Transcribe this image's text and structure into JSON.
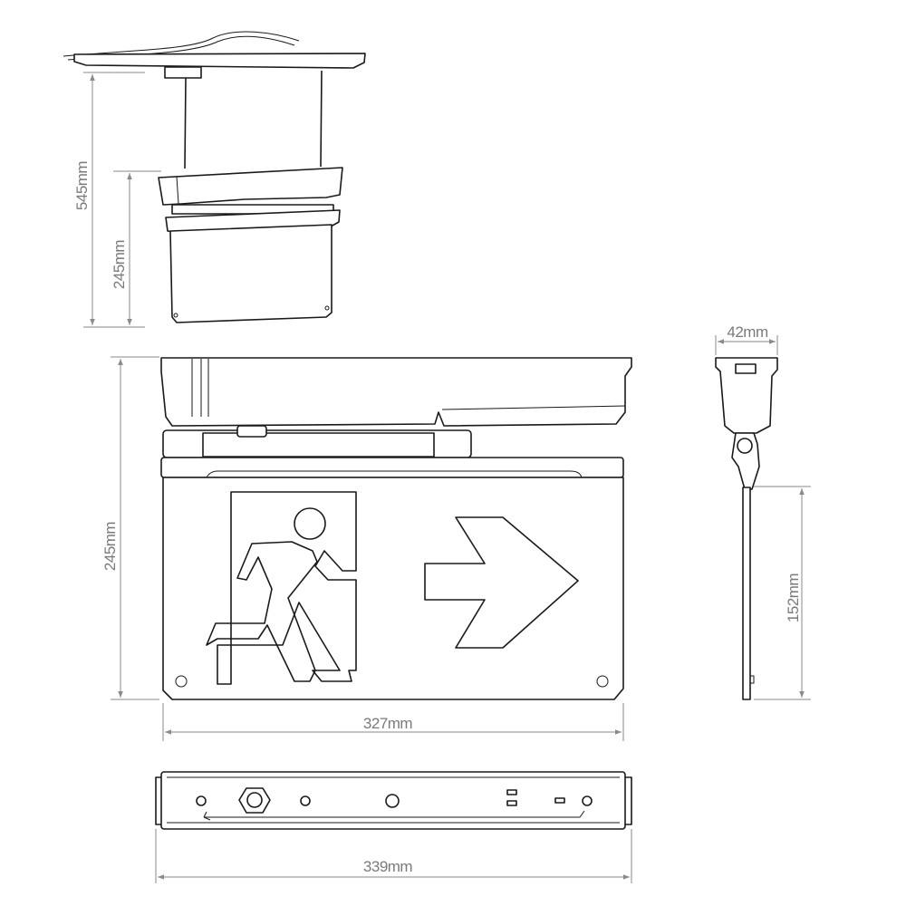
{
  "dimensions": {
    "suspended_total_height": "545mm",
    "suspended_sign_height": "245mm",
    "front_height": "245mm",
    "front_width": "327mm",
    "side_depth": "42mm",
    "side_blade_height": "152mm",
    "bottom_length": "339mm"
  },
  "colors": {
    "line": "#1a1a1a",
    "dimension": "#8a8a8a"
  }
}
